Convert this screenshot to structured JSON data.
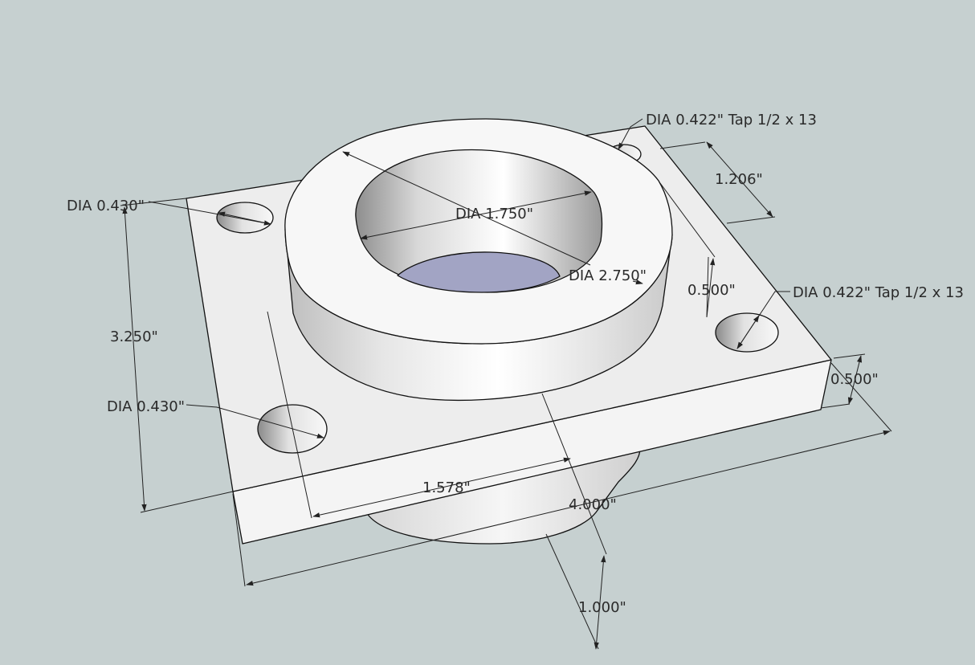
{
  "labels": {
    "tap_top": "DIA 0.422\" Tap 1/2 x 13",
    "tap_right": "DIA 0.422\" Tap 1/2 x 13",
    "dia_430_top": "DIA 0.430\"",
    "dia_430_bottom": "DIA 0.430\"",
    "dia_1750": "DIA 1.750\"",
    "dia_2750": "DIA 2.750\"",
    "dim_1206": "1.206\"",
    "dim_500_hole": "0.500\"",
    "dim_500_thick": "0.500\"",
    "dim_3250": "3.250\"",
    "dim_1578": "1.578\"",
    "dim_4000": "4.000\"",
    "dim_1000": "1.000\""
  },
  "colors": {
    "background": "#c6d0d0",
    "bore_floor": "#a2a4c4",
    "plate_top": "#ededed",
    "plate_front": "#f4f4f4",
    "plate_side": "#e6e6e6"
  }
}
